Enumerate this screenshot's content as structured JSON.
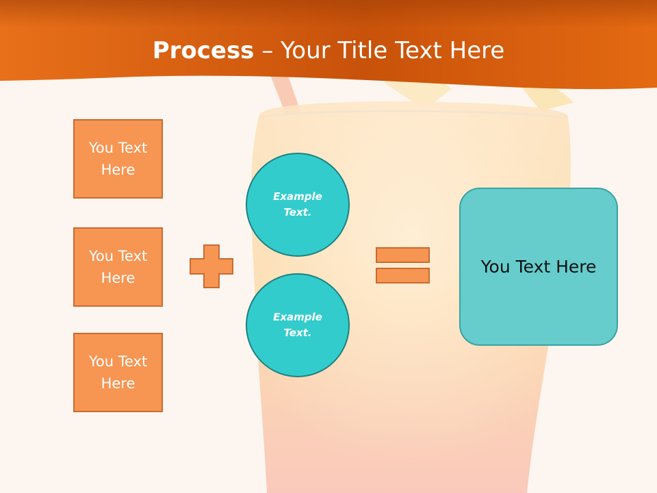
{
  "slide": {
    "title_bold": "Process",
    "title_rest": " – Your Title Text Here",
    "left_boxes": [
      {
        "label": "You Text Here"
      },
      {
        "label": "You Text Here"
      },
      {
        "label": "You Text Here"
      }
    ],
    "circles": [
      {
        "label": "Example Text."
      },
      {
        "label": "Example Text."
      }
    ],
    "result_label": "You Text Here"
  },
  "colors": {
    "header": "#e8650f",
    "box_fill": "#f79552",
    "circle_fill": "#33cccc",
    "result_fill": "#66cccc"
  },
  "icons": {
    "plus": "plus-icon",
    "equals": "equals-icon"
  }
}
